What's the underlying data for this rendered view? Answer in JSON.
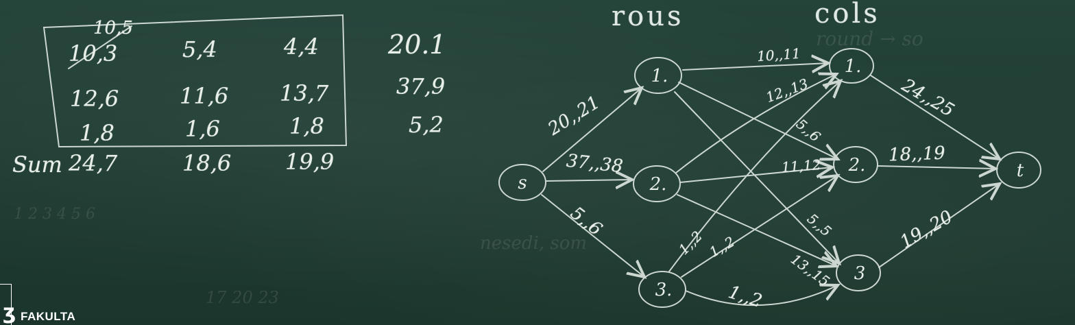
{
  "headings": {
    "rows": "rous",
    "cols": "cols"
  },
  "table": {
    "rows": [
      [
        "10,5",
        "5,4",
        "4,4"
      ],
      [
        "12,6",
        "11,6",
        "13,7"
      ],
      [
        "1,8",
        "1,6",
        "1,8"
      ]
    ],
    "strikethrough": "10,3",
    "sum_label": "Sum",
    "sums": [
      "24,7",
      "18,6",
      "19,9"
    ]
  },
  "row_totals": [
    "20.1",
    "37,9",
    "5,2"
  ],
  "nodes": {
    "source": "s",
    "sink": "t",
    "left": [
      "1.",
      "2.",
      "3."
    ],
    "right": [
      "1.",
      "2.",
      "3"
    ]
  },
  "edge_labels": {
    "s_1": "20,,21",
    "s_2": "37,,38",
    "s_3": "5,,6",
    "l1_r1": "10,,11",
    "cross_1": "12,,13",
    "cross_2": "5,,6",
    "l2_r2": "11,12",
    "cross_3": "5,,5",
    "l3_r3": "1,,2",
    "cross_4": "1,,2",
    "cross_5": "1,,2",
    "cross_6": "13,,15",
    "r1_t": "24,,25",
    "r2_t": "18,,19",
    "r3_t": "19,,20"
  },
  "logo": {
    "text": "FAKULTA"
  }
}
